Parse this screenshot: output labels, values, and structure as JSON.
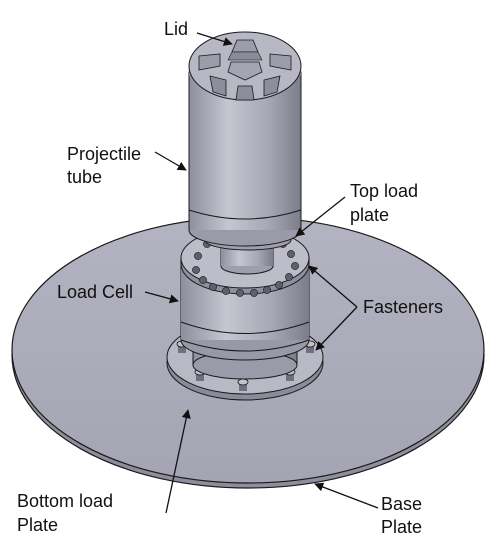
{
  "labels": {
    "lid": "Lid",
    "projectile_tube_line1": "Projectile",
    "projectile_tube_line2": "tube",
    "top_load_plate_line1": "Top load",
    "top_load_plate_line2": "plate",
    "load_cell": "Load Cell",
    "fasteners": "Fasteners",
    "bottom_load_plate_line1": "Bottom load",
    "bottom_load_plate_line2": "Plate",
    "base_plate_line1": "Base",
    "base_plate_line2": "Plate"
  },
  "colors": {
    "part_fill": "#a9a9b8",
    "part_dark": "#7f7f8e",
    "part_light": "#c9c9d4",
    "outline": "#1a1a1a",
    "leader": "#111111"
  }
}
